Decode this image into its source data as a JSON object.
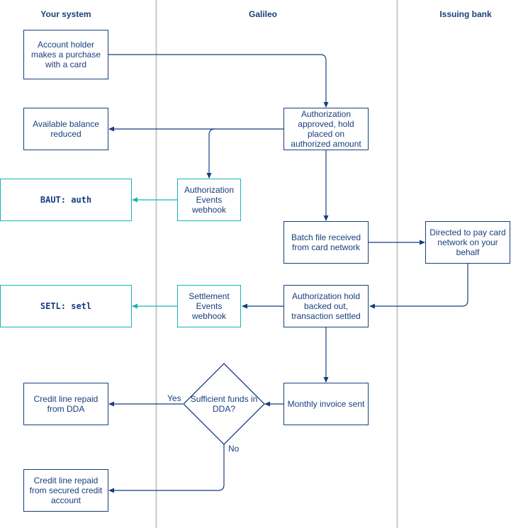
{
  "lanes": {
    "your_system": "Your system",
    "galileo": "Galileo",
    "issuing_bank": "Issuing bank"
  },
  "nodes": {
    "purchase": "Account holder makes a purchase with a card",
    "balance_reduced": "Available balance reduced",
    "auth_approved": "Authorization approved, hold placed on authorized amount",
    "baut": "BAUT: auth",
    "auth_webhook": "Authorization Events webhook",
    "batch_file": "Batch file received from card network",
    "directed_pay": "Directed to pay card network on your behalf",
    "setl": "SETL: setl",
    "settlement_webhook": "Settlement Events webhook",
    "hold_backed_out": "Authorization hold backed out, transaction settled",
    "credit_dda": "Credit line repaid from DDA",
    "sufficient_funds": "Sufficient funds in DDA?",
    "invoice": "Monthly invoice sent",
    "credit_secured": "Credit line repaid from secured credit account"
  },
  "edge_labels": {
    "yes": "Yes",
    "no": "No"
  },
  "colors": {
    "primary": "#173f7d",
    "webhook": "#18b4b4",
    "lane_divider": "#c8c8c8"
  }
}
